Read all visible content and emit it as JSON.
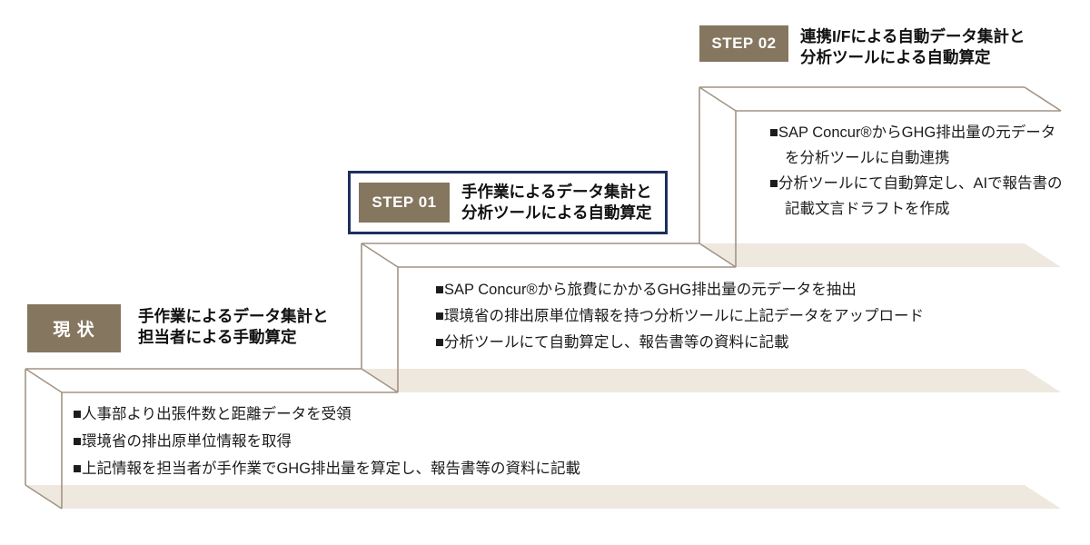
{
  "diagram_type": "staircase-process-diagram",
  "colors": {
    "label_bg": "#857660",
    "tread_fill": "#eee8df",
    "box_outline": "#a29485",
    "highlight_frame": "#1e2f5f",
    "text": "#1a1a1a",
    "label_text": "#ffffff"
  },
  "steps": [
    {
      "id": "genjo",
      "label": "現 状",
      "title": "手作業によるデータ集計と\n担当者による手動算定",
      "bullets": [
        "■人事部より出張件数と距離データを受領",
        "■環境省の排出原単位情報を取得",
        "■上記情報を担当者が手作業でGHG排出量を算定し、報告書等の資料に記載"
      ]
    },
    {
      "id": "step01",
      "label": "STEP 01",
      "title": "手作業によるデータ集計と\n分析ツールによる自動算定",
      "bullets": [
        "■SAP Concur®から旅費にかかるGHG排出量の元データを抽出",
        "■環境省の排出原単位情報を持つ分析ツールに上記データをアップロード",
        "■分析ツールにて自動算定し、報告書等の資料に記載"
      ]
    },
    {
      "id": "step02",
      "label": "STEP 02",
      "title": "連携I/Fによる自動データ集計と\n分析ツールによる自動算定",
      "bullets": [
        "■SAP Concur®からGHG排出量の元データ\nを分析ツールに自動連携",
        "■分析ツールにて自動算定し、AIで報告書の\n記載文言ドラフトを作成"
      ]
    }
  ]
}
